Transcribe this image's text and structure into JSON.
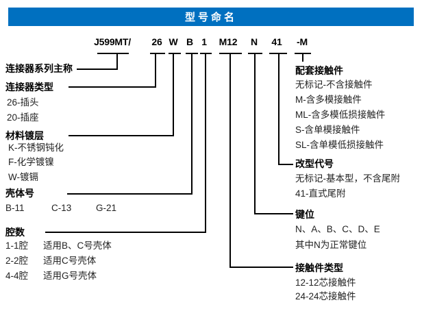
{
  "header": {
    "title": "型号命名",
    "bg_color": "#0070C0"
  },
  "model_code": {
    "parts": [
      "J599MT/",
      "26",
      "W",
      "B",
      "1",
      "M12",
      "N",
      "41",
      "-M"
    ]
  },
  "left_sections": [
    {
      "label": "连接器系列主称",
      "options": []
    },
    {
      "label": "连接器类型",
      "options": [
        "26-插头",
        "20-插座"
      ]
    },
    {
      "label": "材料镀层",
      "options": [
        "K-不锈钢钝化",
        "F-化学镀镍",
        "W-镀镉"
      ]
    },
    {
      "label": "壳体号",
      "options": [
        "B-11",
        "C-13",
        "G-21"
      ]
    },
    {
      "label": "腔数",
      "options": [
        {
          "code": "1-1腔",
          "desc": "适用B、C号壳体"
        },
        {
          "code": "2-2腔",
          "desc": "适用C号壳体"
        },
        {
          "code": "4-4腔",
          "desc": "适用G号壳体"
        }
      ]
    }
  ],
  "right_sections": [
    {
      "label": "配套接触件",
      "options": [
        "无标记-不含接触件",
        "M-含多模接触件",
        "ML-含多模低损接触件",
        "S-含单模接触件",
        "SL-含单模低损接触件"
      ]
    },
    {
      "label": "改型代号",
      "options": [
        "无标记-基本型，不含尾附",
        "41-直式尾附"
      ]
    },
    {
      "label": "键位",
      "options": [
        "N、A、B、C、D、E",
        "其中N为正常键位"
      ]
    },
    {
      "label": "接触件类型",
      "options": [
        "12-12芯接触件",
        "24-24芯接触件"
      ]
    }
  ],
  "line_color": "#000000"
}
